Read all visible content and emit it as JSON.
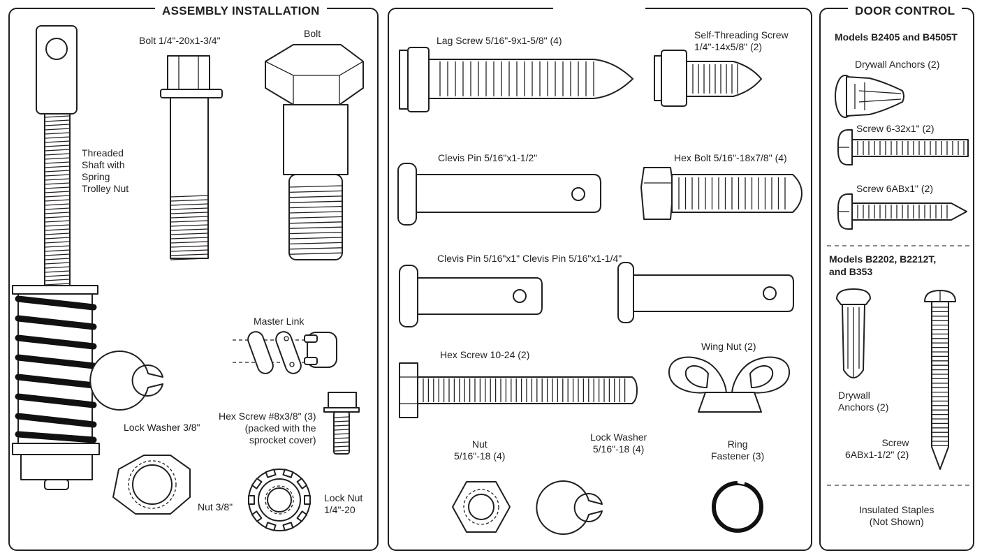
{
  "panels": {
    "assembly": {
      "title": "ASSEMBLY INSTALLATION"
    },
    "middle": {
      "title": ""
    },
    "door": {
      "title": "DOOR CONTROL",
      "group1_heading": "Models B2405 and B4505T",
      "group2_heading": "Models B2202, B2212T,\nand B353"
    }
  },
  "labels": {
    "threaded_shaft": "Threaded\nShaft with\nSpring\nTrolley Nut",
    "bolt_quarter": "Bolt 1/4\"-20x1-3/4\"",
    "bolt": "Bolt",
    "master_link": "Master Link",
    "lock_washer_38": "Lock Washer 3/8\"",
    "hex_screw_8": "Hex Screw #8x3/8\" (3)\n(packed with the\nsprocket cover)",
    "nut_38": "Nut 3/8\"",
    "lock_nut": "Lock Nut\n1/4\"-20",
    "lag_screw": "Lag Screw 5/16\"-9x1-5/8\" (4)",
    "self_threading": "Self-Threading Screw\n1/4\"-14x5/8\" (2)",
    "clevis_112": "Clevis Pin 5/16\"x1-1/2\"",
    "hex_bolt": "Hex Bolt 5/16\"-18x7/8\" (4)",
    "clevis_pins_row": "Clevis Pin 5/16\"x1\" Clevis Pin 5/16\"x1-1/4\"",
    "hex_screw_1024": "Hex Screw 10-24 (2)",
    "wing_nut": "Wing Nut (2)",
    "nut_516": "Nut\n5/16\"-18 (4)",
    "lock_washer_516": "Lock Washer\n5/16\"-18 (4)",
    "ring_fastener": "Ring\nFastener (3)",
    "drywall_anchors_1": "Drywall Anchors (2)",
    "screw_632": "Screw 6-32x1\" (2)",
    "screw_6ab1": "Screw 6ABx1\" (2)",
    "drywall_anchors_2": "Drywall\nAnchors (2)",
    "screw_6ab112": "Screw\n6ABx1-1/2\" (2)",
    "insulated_staples": "Insulated Staples\n(Not Shown)"
  }
}
